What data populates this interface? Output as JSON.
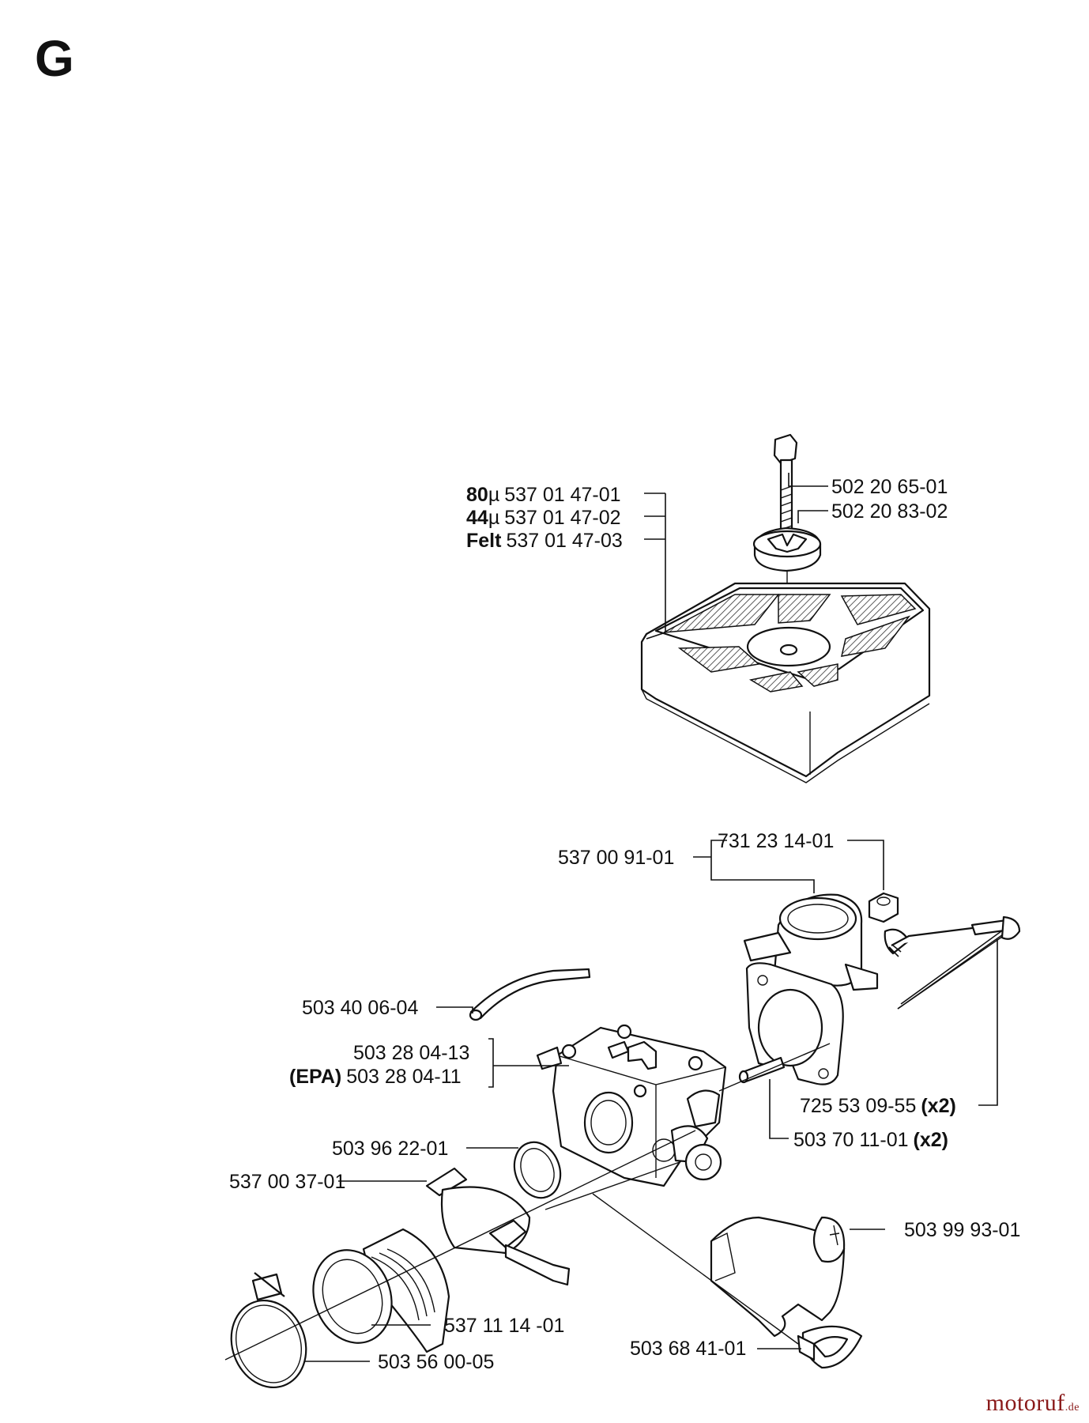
{
  "page_letter": "G",
  "air_filter": {
    "variants": [
      {
        "prefix": "80",
        "unit": "µ",
        "part": "537 01 47-01"
      },
      {
        "prefix": "44",
        "unit": "µ",
        "part": "537 01 47-02"
      },
      {
        "prefix": "Felt",
        "unit": "",
        "part": "537 01 47-03"
      }
    ]
  },
  "filter_bolt": "502 20 65-01",
  "filter_knob": "502 20 83-02",
  "intake_assembly": "537 00 91-01",
  "nut": "731 23 14-01",
  "fuel_hose": "503 40 06-04",
  "carburetor": {
    "standard": "503 28 04-13",
    "epa_tag": "(EPA)",
    "epa": "503 28 04-11"
  },
  "bolt": {
    "part": "725 53 09-55",
    "qty": "(x2)"
  },
  "sleeve": {
    "part": "503 70 11-01",
    "qty": "(x2)"
  },
  "gasket_ring": "503 96 22-01",
  "clamp_bracket": "537 00 37-01",
  "choke_lever": "503 99 93-01",
  "intake_boot": "537 11 14 -01",
  "hose_clamp": "503 56 00-05",
  "adjuster": "503 68 41-01",
  "watermark": {
    "brand": "motoruf",
    "domain": ".de"
  }
}
